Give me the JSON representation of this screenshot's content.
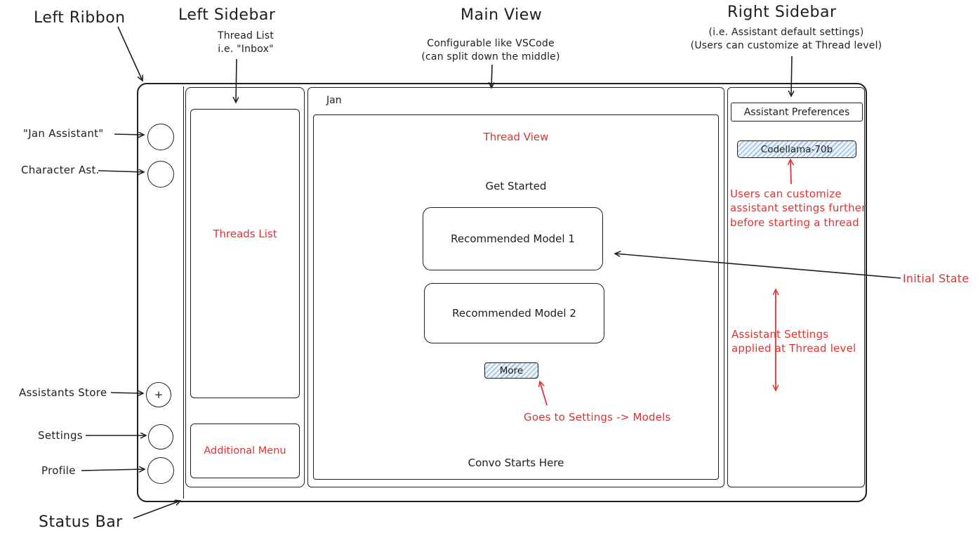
{
  "labels": {
    "left_ribbon": "Left Ribbon",
    "left_sidebar": "Left Sidebar",
    "left_sidebar_sub": "Thread List\ni.e. \"Inbox\"",
    "main_view": "Main View",
    "main_view_sub": "Configurable like VSCode\n(can split down the middle)",
    "right_sidebar": "Right Sidebar",
    "right_sidebar_sub": "(i.e. Assistant default settings)\n(Users can customize at Thread level)",
    "jan_assistant": "\"Jan Assistant\"",
    "character_ast": "Character Ast.",
    "assistants_store": "Assistants Store",
    "settings": "Settings",
    "profile": "Profile",
    "status_bar": "Status Bar"
  },
  "window": {
    "main_title": "Jan",
    "ribbon": {
      "store_plus": "+"
    },
    "sidebar": {
      "threads_list": "Threads List",
      "additional_menu": "Additional Menu"
    },
    "main": {
      "thread_view": "Thread View",
      "get_started": "Get Started",
      "recommended_model_1": "Recommended Model 1",
      "recommended_model_2": "Recommended Model 2",
      "more_button": "More",
      "convo_starts": "Convo Starts Here"
    },
    "right": {
      "header": "Assistant Preferences",
      "model_chip": "Codellama-70b"
    }
  },
  "red_notes": {
    "customize_note": "Users can customize\nassistant settings further\nbefore starting a thread",
    "initial_state": "Initial State",
    "settings_models": "Goes to Settings -> Models",
    "thread_level": "Assistant Settings\napplied at Thread level"
  },
  "colors": {
    "ink": "#1e1e1e",
    "annotation_red": "#e03131",
    "hatch_blue": "#5c94cc"
  }
}
